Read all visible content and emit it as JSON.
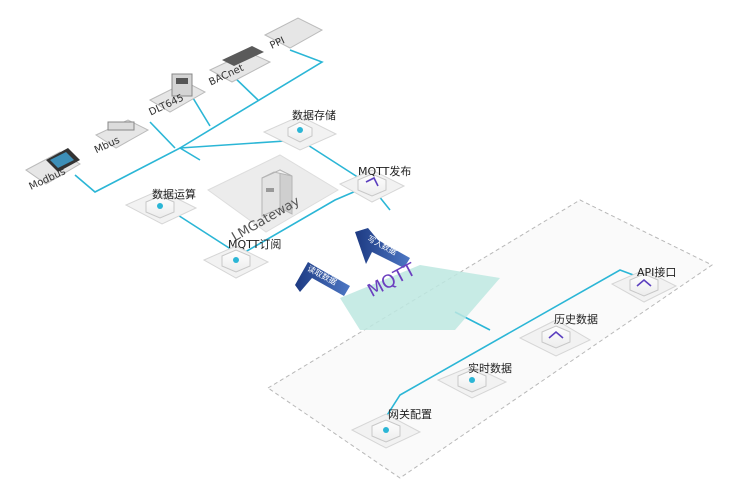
{
  "colors": {
    "accent": "#2bb6d6",
    "dashed_border": "#b8b8b8",
    "mqtt_plane": "#bde8e0",
    "arrow_dark": "#1d3a82",
    "node_top": "#f4f4f4"
  },
  "devices": [
    {
      "label": "PPI",
      "icon": "plc-module-icon"
    },
    {
      "label": "BACnet",
      "icon": "bacnet-controller-icon"
    },
    {
      "label": "DLT645",
      "icon": "electric-meter-icon"
    },
    {
      "label": "Mbus",
      "icon": "mbus-module-icon"
    },
    {
      "label": "Modbus",
      "icon": "touch-panel-icon"
    }
  ],
  "gateway": {
    "label": "LMGateway",
    "icon": "gateway-icon"
  },
  "nodes": {
    "storage": "数据存储",
    "mqtt_publish": "MQTT发布",
    "compute": "数据运算",
    "mqtt_subscribe": "MQTT订阅",
    "realtime": "实时数据",
    "history": "历史数据",
    "api": "API接口",
    "config": "网关配置"
  },
  "mqtt": {
    "label": "MQTT",
    "write_arrow": "写入数据",
    "read_arrow": "读取数据"
  }
}
